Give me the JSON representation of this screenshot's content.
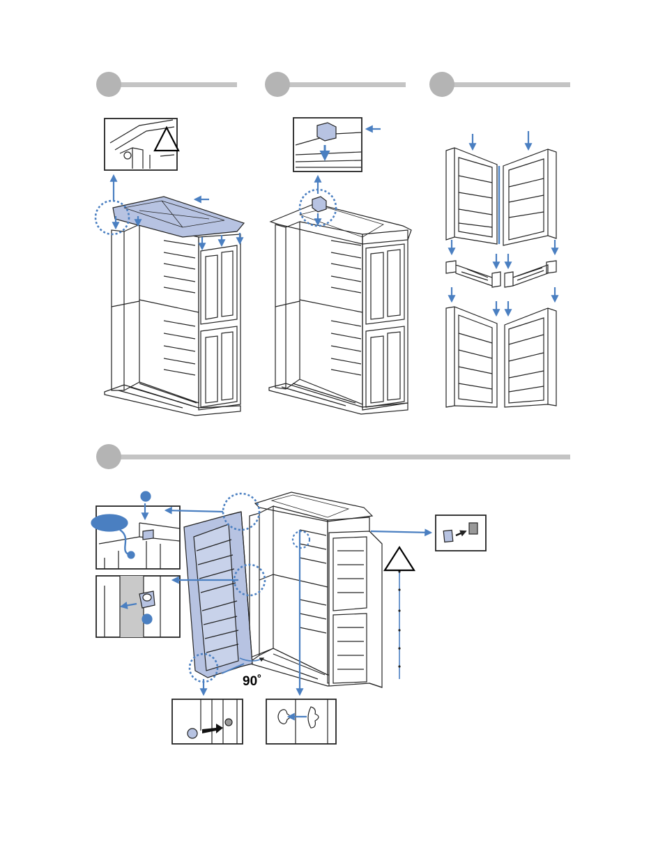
{
  "document": {
    "type": "assembly-instructions",
    "steps": [
      {
        "id": "step-a",
        "number": ""
      },
      {
        "id": "step-b",
        "number": ""
      },
      {
        "id": "step-c",
        "number": ""
      },
      {
        "id": "step-d",
        "number": ""
      }
    ],
    "door_rotation_label": "90˚"
  },
  "colors": {
    "accent_blue": "#4a7fc1",
    "panel_tint": "#b7c3e2",
    "step_badge": "#b4b4b4",
    "step_rule": "#c4c4c4",
    "hinge_strip": "#c9c9c9",
    "line": "#222222"
  },
  "icons": [
    "warning-triangle-icon",
    "arrow-icon",
    "step-badge-icon",
    "detail-callout-icon"
  ]
}
